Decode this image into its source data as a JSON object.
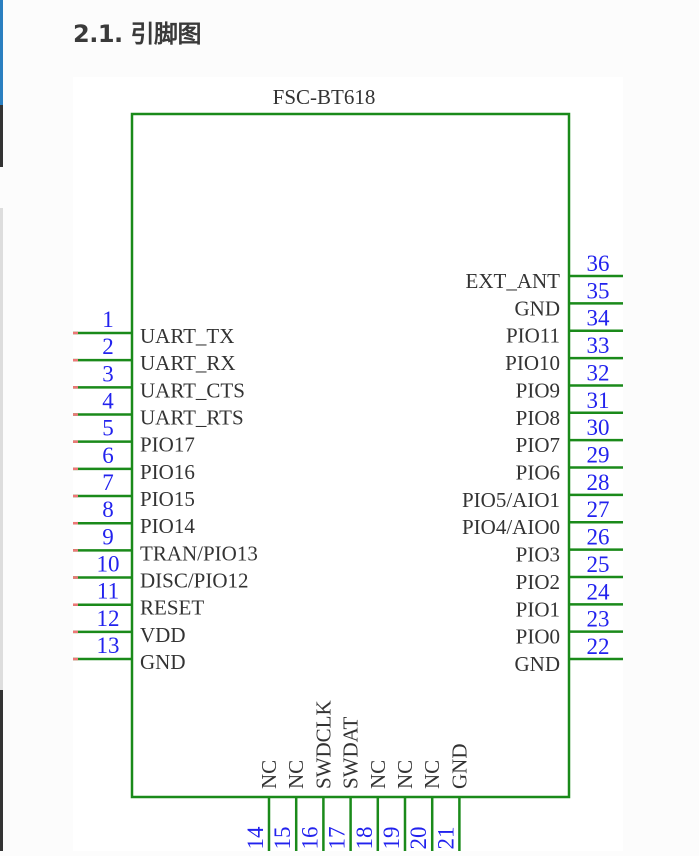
{
  "heading": "2.1. 引脚图",
  "part_name": "FSC-BT618",
  "colors": {
    "outline": "#1a8a1a",
    "pin_number": "#2222ee",
    "label": "#333333"
  },
  "left_pins": [
    {
      "num": "1",
      "label": "UART_TX"
    },
    {
      "num": "2",
      "label": "UART_RX"
    },
    {
      "num": "3",
      "label": "UART_CTS"
    },
    {
      "num": "4",
      "label": "UART_RTS"
    },
    {
      "num": "5",
      "label": "PIO17"
    },
    {
      "num": "6",
      "label": "PIO16"
    },
    {
      "num": "7",
      "label": "PIO15"
    },
    {
      "num": "8",
      "label": "PIO14"
    },
    {
      "num": "9",
      "label": "TRAN/PIO13"
    },
    {
      "num": "10",
      "label": "DISC/PIO12"
    },
    {
      "num": "11",
      "label": "RESET"
    },
    {
      "num": "12",
      "label": "VDD"
    },
    {
      "num": "13",
      "label": "GND"
    }
  ],
  "right_pins": [
    {
      "num": "36",
      "label": "EXT_ANT"
    },
    {
      "num": "35",
      "label": "GND"
    },
    {
      "num": "34",
      "label": "PIO11"
    },
    {
      "num": "33",
      "label": "PIO10"
    },
    {
      "num": "32",
      "label": "PIO9"
    },
    {
      "num": "31",
      "label": "PIO8"
    },
    {
      "num": "30",
      "label": "PIO7"
    },
    {
      "num": "29",
      "label": "PIO6"
    },
    {
      "num": "28",
      "label": "PIO5/AIO1"
    },
    {
      "num": "27",
      "label": "PIO4/AIO0"
    },
    {
      "num": "26",
      "label": "PIO3"
    },
    {
      "num": "25",
      "label": "PIO2"
    },
    {
      "num": "24",
      "label": "PIO1"
    },
    {
      "num": "23",
      "label": "PIO0"
    },
    {
      "num": "22",
      "label": "GND"
    }
  ],
  "bottom_pins": [
    {
      "num": "14",
      "label": "NC"
    },
    {
      "num": "15",
      "label": "NC"
    },
    {
      "num": "16",
      "label": "SWDCLK"
    },
    {
      "num": "17",
      "label": "SWDAT"
    },
    {
      "num": "18",
      "label": "NC"
    },
    {
      "num": "19",
      "label": "NC"
    },
    {
      "num": "20",
      "label": "NC"
    },
    {
      "num": "21",
      "label": "GND"
    }
  ]
}
